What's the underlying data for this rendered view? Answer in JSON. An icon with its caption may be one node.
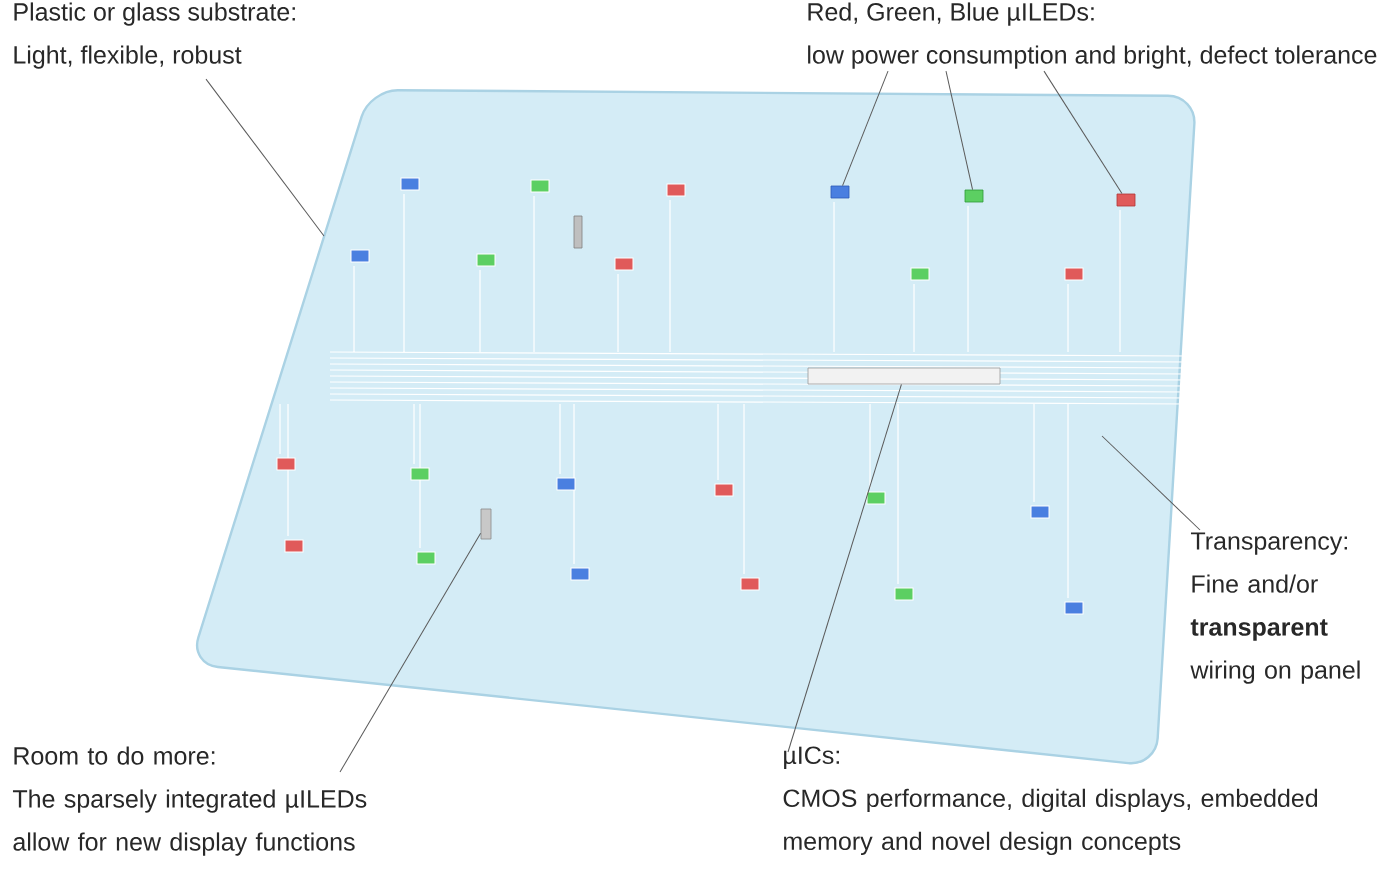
{
  "diagram": {
    "nodes": [
      {
        "text": [
          "Plastic or glass substrate:",
          "Light, flexible, robust"
        ]
      },
      {
        "text": [
          "Red, Green, Blue µILEDs:",
          "low power consumption and bright, defect tolerance"
        ]
      },
      {
        "text": [
          "Transparency:",
          "Fine and/or **transparent** wiring on panel"
        ]
      },
      {
        "text": [
          "Room to do more:",
          "The sparsely integrated µILEDs allow for new display functions"
        ]
      },
      {
        "text": [
          "µICs:",
          "CMOS performance, digital displays, embedded memory and novel design concepts"
        ]
      },
      {
        "text": [],
        "shape": "box"
      },
      {
        "text": [],
        "shape": "box",
        "in": 5
      },
      {
        "text": [],
        "shape": "box",
        "in": 5
      },
      {
        "text": [],
        "shape": "box",
        "in": 5
      },
      {
        "text": [],
        "shape": "box",
        "in": 5
      },
      {
        "text": [],
        "shape": "box",
        "in": 5
      }
    ],
    "edges": [
      {
        "from": 0,
        "to": 5,
        "arrow": "none"
      },
      {
        "from": 1,
        "to": 6,
        "arrow": "none"
      },
      {
        "from": 1,
        "to": 7,
        "arrow": "none"
      },
      {
        "from": 1,
        "to": 8,
        "arrow": "none"
      },
      {
        "from": 2,
        "to": null,
        "arrow": "none"
      },
      {
        "from": 3,
        "to": 10,
        "arrow": "none"
      },
      {
        "from": 4,
        "to": 9,
        "arrow": "none"
      }
    ]
  }
}
